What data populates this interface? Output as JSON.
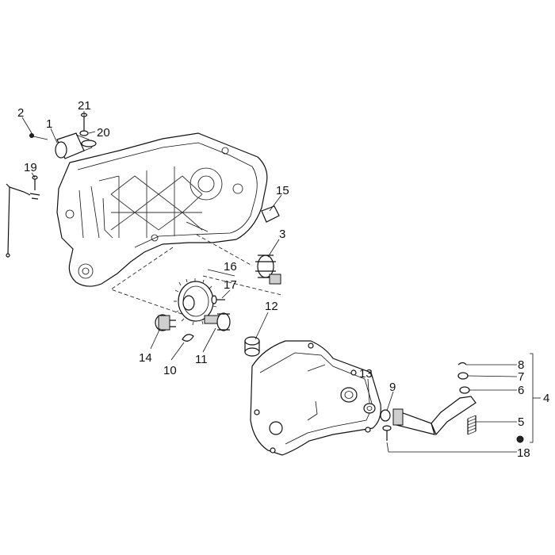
{
  "colors": {
    "ink": "#111111",
    "background": "#ffffff"
  },
  "callouts": [
    {
      "id": "c1",
      "text": "1"
    },
    {
      "id": "c2",
      "text": "2"
    },
    {
      "id": "c3",
      "text": "3"
    },
    {
      "id": "c4",
      "text": "4"
    },
    {
      "id": "c5",
      "text": "5"
    },
    {
      "id": "c6",
      "text": "6"
    },
    {
      "id": "c7",
      "text": "7"
    },
    {
      "id": "c8",
      "text": "8"
    },
    {
      "id": "c9",
      "text": "9"
    },
    {
      "id": "c10",
      "text": "10"
    },
    {
      "id": "c11",
      "text": "11"
    },
    {
      "id": "c12",
      "text": "12"
    },
    {
      "id": "c13",
      "text": "13"
    },
    {
      "id": "c14",
      "text": "14"
    },
    {
      "id": "c15",
      "text": "15"
    },
    {
      "id": "c16",
      "text": "16"
    },
    {
      "id": "c17",
      "text": "17"
    },
    {
      "id": "c18",
      "text": "18"
    },
    {
      "id": "c19",
      "text": "19"
    },
    {
      "id": "c20",
      "text": "20"
    },
    {
      "id": "c21",
      "text": "21"
    }
  ]
}
